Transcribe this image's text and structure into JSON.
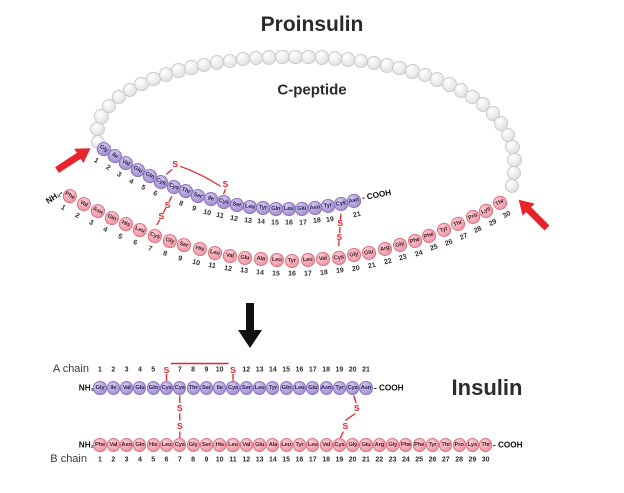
{
  "titles": {
    "proinsulin": "Proinsulin",
    "c_peptide": "C-peptide",
    "insulin": "Insulin"
  },
  "labels": {
    "a_chain": "A chain",
    "b_chain": "B chain",
    "nh2": "NH₂-",
    "cooh_dash": "- COOH",
    "s": "S"
  },
  "sequences": {
    "a_chain": [
      "Gly",
      "Ile",
      "Val",
      "Glu",
      "Gln",
      "Cys",
      "Cys",
      "Thr",
      "Ser",
      "Ile",
      "Cys",
      "Ser",
      "Leu",
      "Tyr",
      "Gln",
      "Leu",
      "Glu",
      "Asn",
      "Tyr",
      "Cys",
      "Asn"
    ],
    "b_chain": [
      "Phe",
      "Val",
      "Asn",
      "Gln",
      "His",
      "Leu",
      "Cys",
      "Gly",
      "Ser",
      "His",
      "Leu",
      "Val",
      "Glu",
      "Ala",
      "Leu",
      "Tyr",
      "Leu",
      "Val",
      "Cys",
      "Gly",
      "Glu",
      "Arg",
      "Gly",
      "Phe",
      "Phe",
      "Tyr",
      "Thr",
      "Pro",
      "Lys",
      "Thr"
    ]
  },
  "numbering": {
    "a": [
      1,
      2,
      3,
      4,
      5,
      6,
      7,
      8,
      9,
      10,
      11,
      12,
      13,
      14,
      15,
      16,
      17,
      18,
      19,
      20,
      21
    ],
    "b": [
      1,
      2,
      3,
      4,
      5,
      6,
      7,
      8,
      9,
      10,
      11,
      12,
      13,
      14,
      15,
      16,
      17,
      18,
      19,
      20,
      21,
      22,
      23,
      24,
      25,
      26,
      27,
      28,
      29,
      30
    ]
  },
  "proinsulin": {
    "c_peptide_bead_count": 41,
    "a_numbers_replaced_by_s": [
      7,
      20
    ]
  },
  "insulin": {
    "a_numbers_replaced_by_s": [
      6,
      11
    ]
  },
  "disulfide_bonds": [
    {
      "from": "A6",
      "to": "A11"
    },
    {
      "from": "A7",
      "to": "B7"
    },
    {
      "from": "A20",
      "to": "B19"
    }
  ],
  "colors": {
    "a_chain_fill": "#b3a0d8",
    "b_chain_fill": "#f3a7b4",
    "c_peptide_fill": "#e9e9e9",
    "bond_red": "#e8232a",
    "arrow_red": "#e8232a",
    "arrow_black": "#111111"
  }
}
